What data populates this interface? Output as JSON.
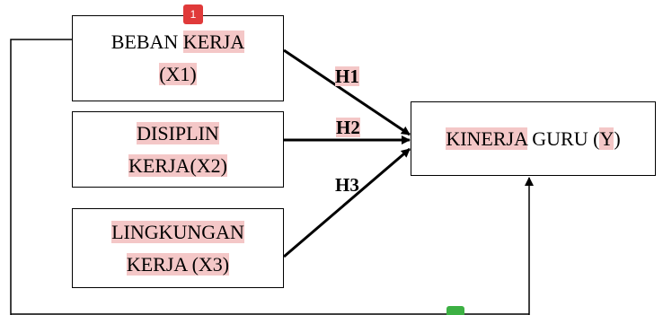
{
  "boxes": {
    "x1": {
      "line1_plain": "BEBAN ",
      "line1_hl": "KERJA",
      "line2": "(X1)"
    },
    "x2": {
      "line1": "DISIPLIN",
      "line2": "KERJA(X2)"
    },
    "x3": {
      "line1": "LINGKUNGAN",
      "line2": "KERJA (X3)"
    },
    "y": {
      "word1": "KINERJA",
      "word2": " GURU (",
      "word3": "Y",
      "word4": ")"
    }
  },
  "hypotheses": {
    "h1": "H1",
    "h2": "H2",
    "h3": "H3"
  },
  "markers": {
    "top": "1",
    "bottom": ""
  },
  "colors": {
    "highlight": "#f4c7c7",
    "marker_red": "#e03a3a",
    "marker_green": "#3cb043",
    "line": "#000000"
  }
}
